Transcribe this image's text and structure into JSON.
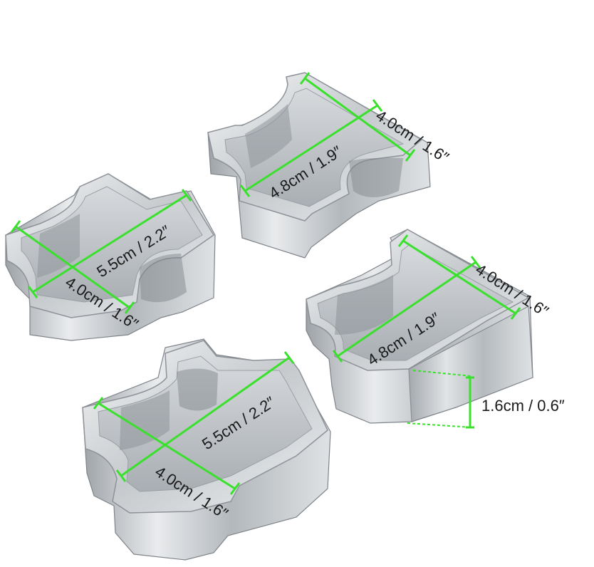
{
  "image": {
    "subject": "puzzle-piece-cookie-cutters",
    "colors": {
      "background": "#ffffff",
      "dimension_line": "#39e02c",
      "label_text": "#1a1a1a",
      "steel": "#c9cdd1"
    }
  },
  "cutters": [
    {
      "id": "top-right",
      "labels": {
        "width": "4.0cm / 1.6″",
        "length": "4.8cm / 1.9″"
      }
    },
    {
      "id": "middle-left",
      "labels": {
        "length": "5.5cm / 2.2″",
        "width": "4.0cm / 1.6″"
      }
    },
    {
      "id": "middle-right",
      "labels": {
        "width": "4.0cm / 1.6″",
        "length": "4.8cm / 1.9″",
        "height": "1.6cm / 0.6″"
      }
    },
    {
      "id": "bottom-left",
      "labels": {
        "length": "5.5cm / 2.2″",
        "width": "4.0cm / 1.6″"
      }
    }
  ]
}
